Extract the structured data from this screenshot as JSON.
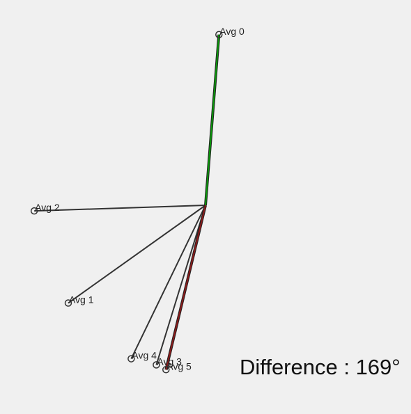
{
  "diagram": {
    "vectors": [
      {
        "label": "Avg 0",
        "angle_deg": 4.5,
        "magnitude": 246,
        "highlight": "green"
      },
      {
        "label": "Avg 1",
        "angle_deg": 234.5,
        "magnitude": 242,
        "highlight": "none"
      },
      {
        "label": "Avg 2",
        "angle_deg": 268.1,
        "magnitude": 246,
        "highlight": "none"
      },
      {
        "label": "Avg 3",
        "angle_deg": 197.1,
        "magnitude": 240,
        "highlight": "none"
      },
      {
        "label": "Avg 4",
        "angle_deg": 205.8,
        "magnitude": 245,
        "highlight": "none"
      },
      {
        "label": "Avg 5",
        "angle_deg": 193.5,
        "magnitude": 243,
        "highlight": "red"
      }
    ],
    "colors": {
      "default_line": "#333333",
      "green_line": "#0a9a0a",
      "red_line": "#8b1a1a",
      "marker": "#333333",
      "label": "#222222"
    }
  },
  "difference": {
    "label": "Difference : 169°"
  }
}
